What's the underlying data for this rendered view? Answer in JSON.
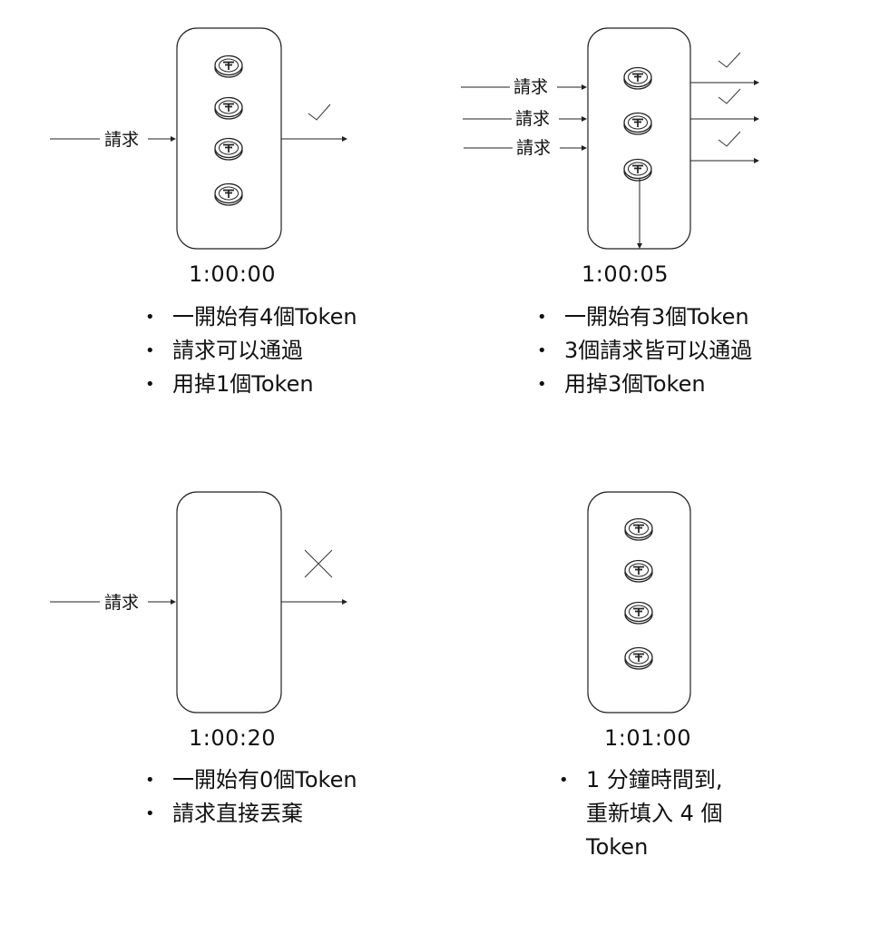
{
  "request_label": "請求",
  "panels": [
    {
      "time": "1:00:00",
      "notes": [
        "一開始有4個Token",
        "請求可以通過",
        "用掉1個Token"
      ]
    },
    {
      "time": "1:00:05",
      "notes": [
        "一開始有3個Token",
        "3個請求皆可以通過",
        "用掉3個Token"
      ]
    },
    {
      "time": "1:00:20",
      "notes": [
        "一開始有0個Token",
        "請求直接丟棄"
      ]
    },
    {
      "time": "1:01:00",
      "notes": [
        "1 分鐘時間到, 重新填入 4 個 Token"
      ]
    }
  ]
}
